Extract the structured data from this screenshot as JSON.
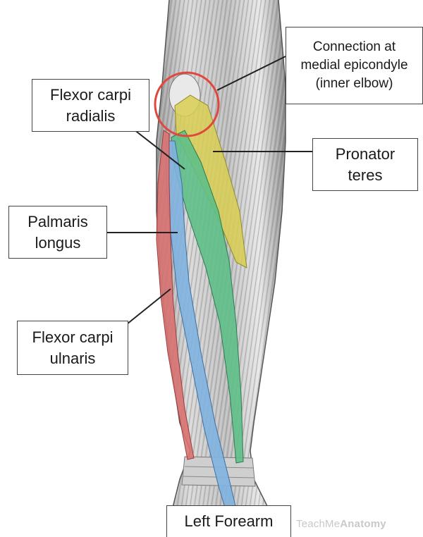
{
  "labels": {
    "connection": [
      "Connection at",
      "medial epicondyle",
      "(inner elbow)"
    ],
    "flexor_carpi_radialis": [
      "Flexor carpi",
      "radialis"
    ],
    "pronator_teres": [
      "Pronator",
      "teres"
    ],
    "palmaris_longus": [
      "Palmaris",
      "longus"
    ],
    "flexor_carpi_ulnaris": [
      "Flexor carpi",
      "ulnaris"
    ]
  },
  "footer": "Left Forearm",
  "watermark": {
    "part1": "TeachMe",
    "part2": "Anatomy"
  },
  "colors": {
    "flexor_carpi_radialis": "#5fbf87",
    "pronator_teres": "#d8cf52",
    "palmaris_longus": "#7fb3e0",
    "flexor_carpi_ulnaris": "#d97272",
    "highlight_circle": "#e0483e"
  }
}
